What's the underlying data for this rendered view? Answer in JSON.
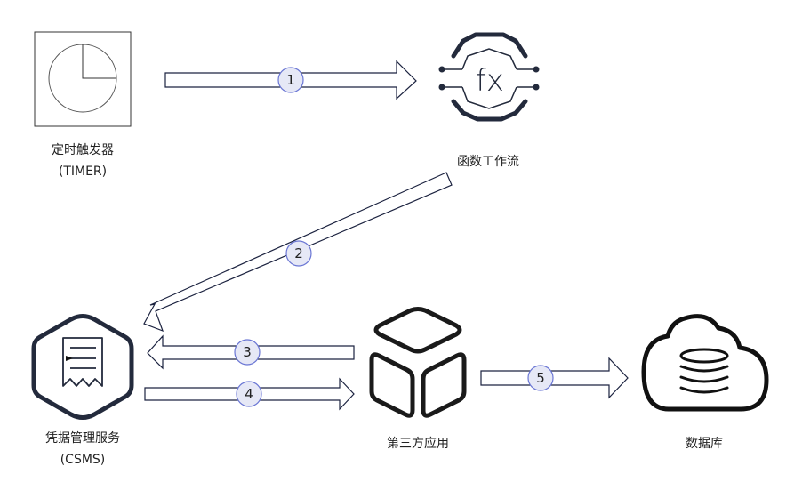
{
  "nodes": {
    "timer": {
      "label_line1": "定时触发器",
      "label_line2": "(TIMER)",
      "icon": "clock-icon"
    },
    "function_workflow": {
      "label": "函数工作流",
      "icon": "fx-function-icon"
    },
    "csms": {
      "label_line1": "凭据管理服务",
      "label_line2": "(CSMS)",
      "icon": "credential-document-icon"
    },
    "third_party_app": {
      "label": "第三方应用",
      "icon": "cube-icon"
    },
    "database": {
      "label": "数据库",
      "icon": "cloud-database-icon"
    }
  },
  "edges": [
    {
      "step": "1",
      "from": "timer",
      "to": "function_workflow"
    },
    {
      "step": "2",
      "from": "function_workflow",
      "to": "csms"
    },
    {
      "step": "3",
      "from": "third_party_app",
      "to": "csms"
    },
    {
      "step": "4",
      "from": "csms",
      "to": "third_party_app"
    },
    {
      "step": "5",
      "from": "third_party_app",
      "to": "database"
    }
  ],
  "colors": {
    "badge_fill": "#e6e8f6",
    "badge_stroke": "#6a76d4",
    "arrow_stroke": "#1c2340",
    "icon_dark": "#232a3c"
  }
}
